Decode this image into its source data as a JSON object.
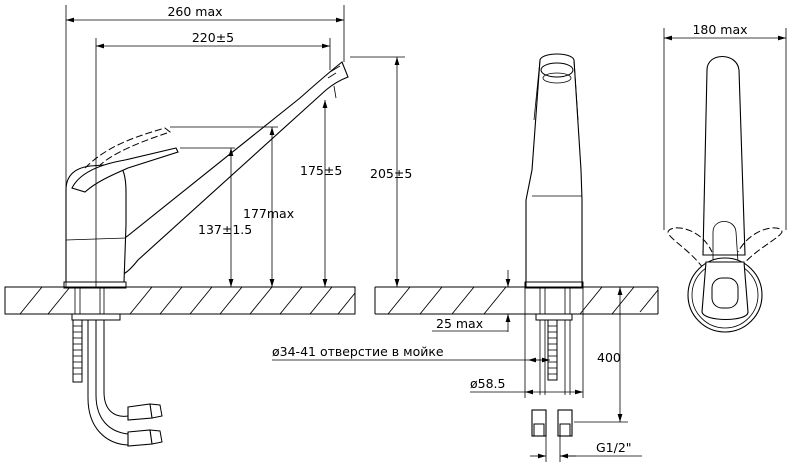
{
  "dimensions": {
    "overall_length": "260 max",
    "spout_reach": "220±5",
    "depth": "180 max",
    "spout_height": "175±5",
    "total_height": "205±5",
    "lever_height": "177max",
    "body_height": "137±1.5",
    "deck_thickness": "25 max",
    "hole_diameter": "ø34-41 отверстие в мойке",
    "base_diameter": "ø58.5",
    "hose_length": "400",
    "thread": "G1/2\""
  },
  "colors": {
    "line": "#000000",
    "background": "#ffffff"
  }
}
